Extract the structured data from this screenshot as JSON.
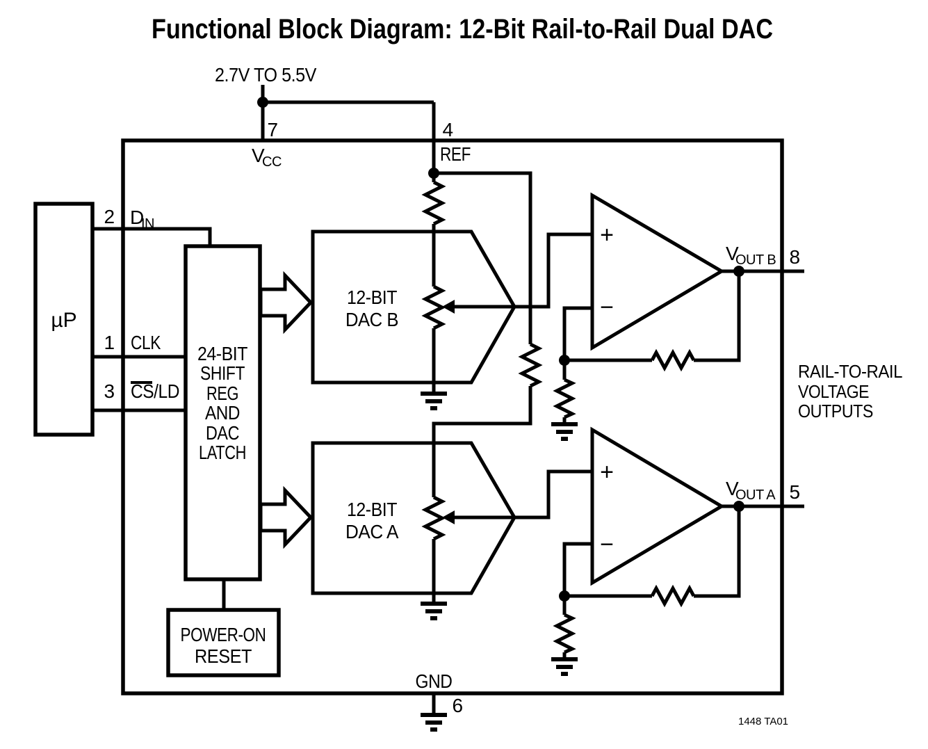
{
  "colors": {
    "ink": "#000000",
    "paper": "#ffffff"
  },
  "title": "Functional Block Diagram: 12-Bit Rail-to-Rail Dual DAC",
  "supply": {
    "label": "2.7V TO 5.5V"
  },
  "pins": {
    "vcc": {
      "num": "7",
      "base": "V",
      "sub": "CC"
    },
    "ref": {
      "num": "4",
      "label": "REF"
    },
    "din": {
      "num": "2",
      "base": "D",
      "sub": "IN"
    },
    "clk": {
      "num": "1",
      "label": "CLK"
    },
    "csld": {
      "num": "3",
      "label": "CS/LD"
    },
    "vout_b": {
      "num": "8",
      "base": "V",
      "sub": "OUT B"
    },
    "vout_a": {
      "num": "5",
      "base": "V",
      "sub": "OUT A"
    },
    "gnd": {
      "num": "6",
      "label": "GND"
    }
  },
  "blocks": {
    "micro": {
      "label": "µP"
    },
    "shift_reg": {
      "lines": [
        "24-BIT",
        "SHIFT",
        "REG",
        "AND",
        "DAC",
        "LATCH"
      ]
    },
    "dac_b": {
      "lines": [
        "12-BIT",
        "DAC B"
      ]
    },
    "dac_a": {
      "lines": [
        "12-BIT",
        "DAC A"
      ]
    },
    "power_on_reset": {
      "lines": [
        "POWER-ON",
        "RESET"
      ]
    }
  },
  "opamp": {
    "plus": "+",
    "minus": "−"
  },
  "notes": {
    "outputs": {
      "lines": [
        "RAIL-TO-RAIL",
        "VOLTAGE",
        "OUTPUTS"
      ]
    },
    "figure_id": "1448 TA01"
  }
}
